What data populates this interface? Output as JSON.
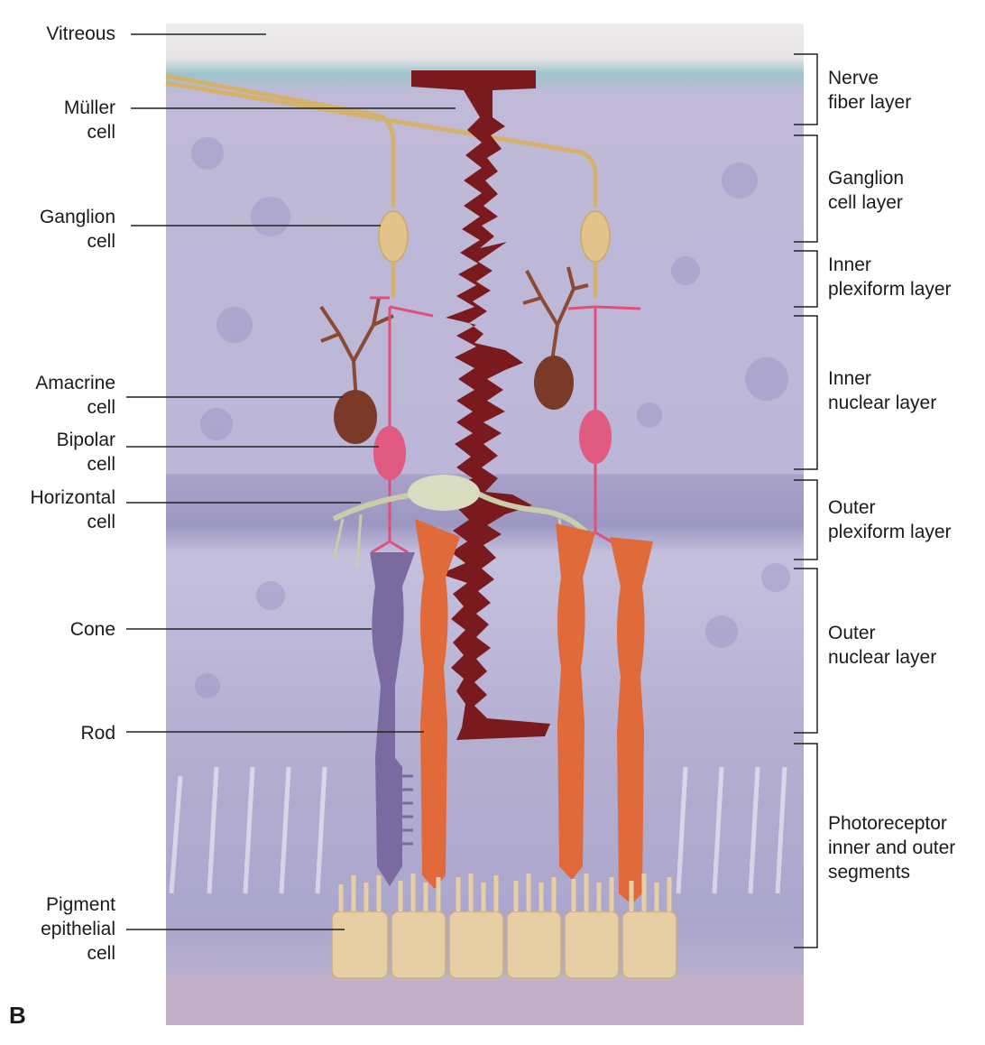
{
  "panel_label": "B",
  "left_labels": [
    {
      "id": "vitreous",
      "lines": [
        "Vitreous"
      ]
    },
    {
      "id": "muller",
      "lines": [
        "Müller",
        "cell"
      ]
    },
    {
      "id": "ganglion",
      "lines": [
        "Ganglion",
        "cell"
      ]
    },
    {
      "id": "amacrine",
      "lines": [
        "Amacrine",
        "cell"
      ]
    },
    {
      "id": "bipolar",
      "lines": [
        "Bipolar",
        "cell"
      ]
    },
    {
      "id": "horizontal",
      "lines": [
        "Horizontal",
        "cell"
      ]
    },
    {
      "id": "cone",
      "lines": [
        "Cone"
      ]
    },
    {
      "id": "rod",
      "lines": [
        "Rod"
      ]
    },
    {
      "id": "pigment",
      "lines": [
        "Pigment",
        "epithelial",
        "cell"
      ]
    }
  ],
  "layer_labels": [
    {
      "id": "nerve-fiber",
      "lines": [
        "Nerve",
        "fiber layer"
      ]
    },
    {
      "id": "ganglion-cell",
      "lines": [
        "Ganglion",
        "cell layer"
      ]
    },
    {
      "id": "inner-plexiform",
      "lines": [
        "Inner",
        "plexiform layer"
      ]
    },
    {
      "id": "inner-nuclear",
      "lines": [
        "Inner",
        "nuclear layer"
      ]
    },
    {
      "id": "outer-plexiform",
      "lines": [
        "Outer",
        "plexiform layer"
      ]
    },
    {
      "id": "outer-nuclear",
      "lines": [
        "Outer",
        "nuclear layer"
      ]
    },
    {
      "id": "photoreceptor",
      "lines": [
        "Photoreceptor",
        "inner and outer",
        "segments"
      ]
    }
  ],
  "colors": {
    "tissue": "#b8b4d6",
    "muller": "#7a1a1e",
    "ganglion": "#e2c48a",
    "amacrine": "#7b3a28",
    "bipolar": "#e0507a",
    "horizontal": "#d8dcc0",
    "cone": "#7a6aa0",
    "rod": "#e06a3a",
    "pigment": "#e6cfa4"
  }
}
